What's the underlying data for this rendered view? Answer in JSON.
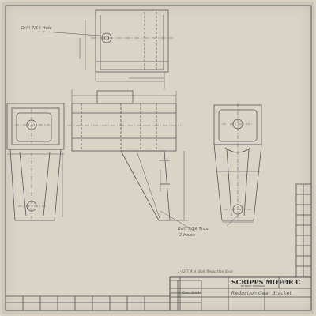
{
  "notes": {
    "drill_hole": "Drill 7/16 Hole",
    "drill_top": "Drill 7/16 Thru",
    "drill_top_sub": "2 Holes"
  },
  "title_block": {
    "company": "SCRIPPS MOTOR C",
    "address": "DETROIT, MICHIGAN",
    "drawing_title": "Reduction Gear Bracket",
    "revision_note": "1-42 T.M.H. Bolt Reduction Gear",
    "checked_by": "Geo. Smith",
    "drawing_number": "2-4-42"
  }
}
